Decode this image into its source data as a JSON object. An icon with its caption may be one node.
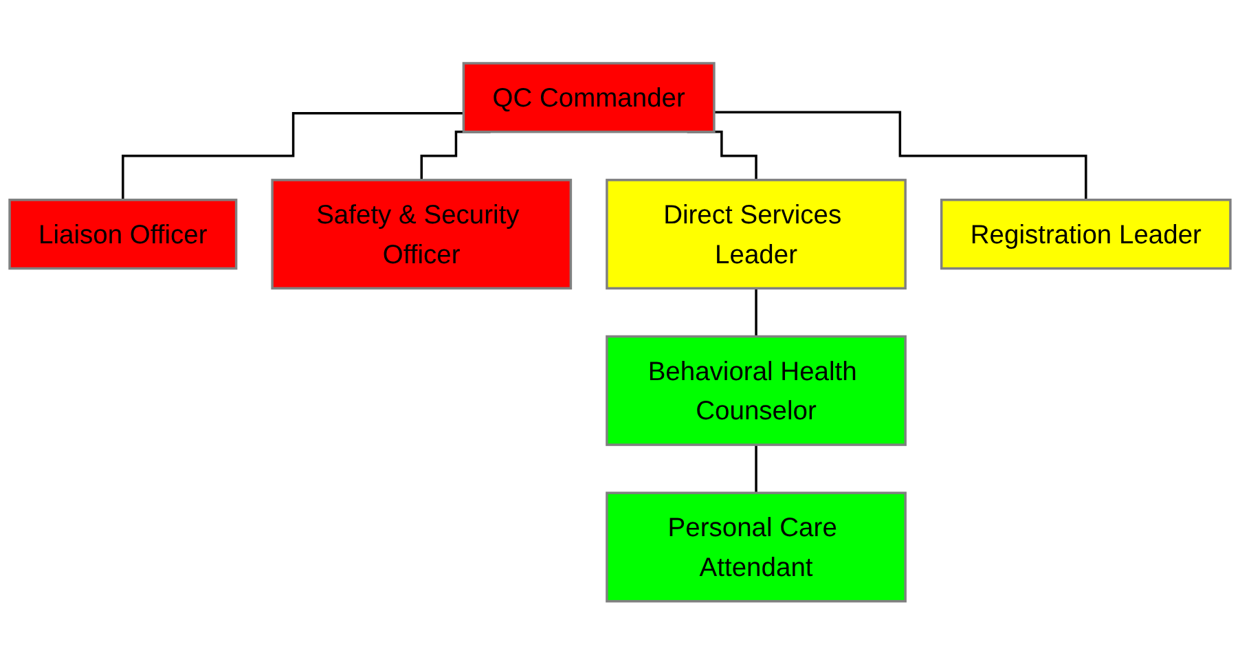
{
  "diagram": {
    "nodes": [
      {
        "text": [
          "QC Commander"
        ]
      },
      {
        "text": [
          "Liaison Officer"
        ]
      },
      {
        "text": [
          "Safety & Security Officer"
        ]
      },
      {
        "text": [
          "Direct Services Leader"
        ]
      },
      {
        "text": [
          "Registration Leader"
        ]
      },
      {
        "text": [
          "Behavioral Health Counselor"
        ]
      },
      {
        "text": [
          "Personal Care Attendant"
        ]
      }
    ],
    "edges": [
      {
        "from": 0,
        "to": 1,
        "arrow": "none"
      },
      {
        "from": 0,
        "to": 2,
        "arrow": "none"
      },
      {
        "from": 0,
        "to": 3,
        "arrow": "none"
      },
      {
        "from": 0,
        "to": 4,
        "arrow": "none"
      },
      {
        "from": 3,
        "to": 5,
        "arrow": "none"
      },
      {
        "from": 5,
        "to": 6,
        "arrow": "none"
      }
    ]
  }
}
